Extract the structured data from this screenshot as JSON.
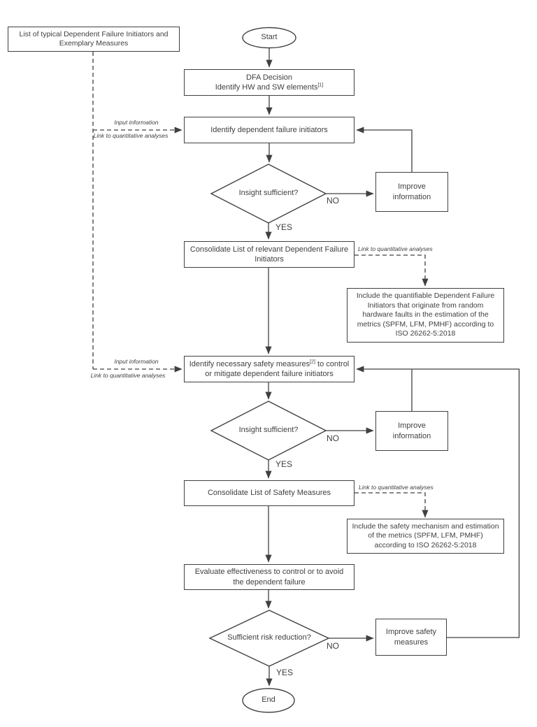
{
  "nodes": {
    "legend": {
      "text": "List of typical Dependent Failure Initiators and Exemplary Measures"
    },
    "start": {
      "text": "Start"
    },
    "dfa": {
      "line1": "DFA Decision",
      "line2": "Identify HW and SW elements",
      "sup": "[1]"
    },
    "identify_dfi": {
      "text": "Identify dependent failure initiators"
    },
    "decision1": {
      "text": "Insight sufficient?"
    },
    "improve_info1": {
      "text": "Improve information"
    },
    "consolidate1": {
      "text": "Consolidate List of relevant Dependent Failure Initiators"
    },
    "include1": {
      "text": "Include the quantifiable Dependent Failure Initiators that originate from random hardware faults in the estimation of the metrics (SPFM, LFM, PMHF) according to ISO 26262-5:2018"
    },
    "identify_sm": {
      "pre": "Identify necessary safety measures",
      "sup": "[2]",
      "post": " to control or mitigate dependent failure initiators"
    },
    "decision2": {
      "text": "Insight sufficient?"
    },
    "improve_info2": {
      "text": "Improve information"
    },
    "consolidate2": {
      "text": "Consolidate List of Safety Measures"
    },
    "include2": {
      "text": "Include the safety mechanism and estimation of the metrics (SPFM, LFM, PMHF) according to ISO 26262-5:2018"
    },
    "evaluate": {
      "text": "Evaluate effectiveness to control or to avoid the dependent failure"
    },
    "decision3": {
      "text": "Sufficient risk reduction?"
    },
    "improve_sm": {
      "text": "Improve safety measures"
    },
    "end": {
      "text": "End"
    }
  },
  "labels": {
    "no1": "NO",
    "yes1": "YES",
    "no2": "NO",
    "yes2": "YES",
    "no3": "NO",
    "yes3": "YES",
    "input_info_1": "Input information",
    "link_quant_left_1": "Link to quantitative analyses",
    "input_info_2": "Input information",
    "link_quant_left_2": "Link to quantitative analyses",
    "link_quant_right_1": "Link to quantitative analyses",
    "link_quant_right_2": "Link to quantitative analyses"
  },
  "colors": {
    "line": "#404040",
    "text": "#404040",
    "background": "#ffffff"
  }
}
